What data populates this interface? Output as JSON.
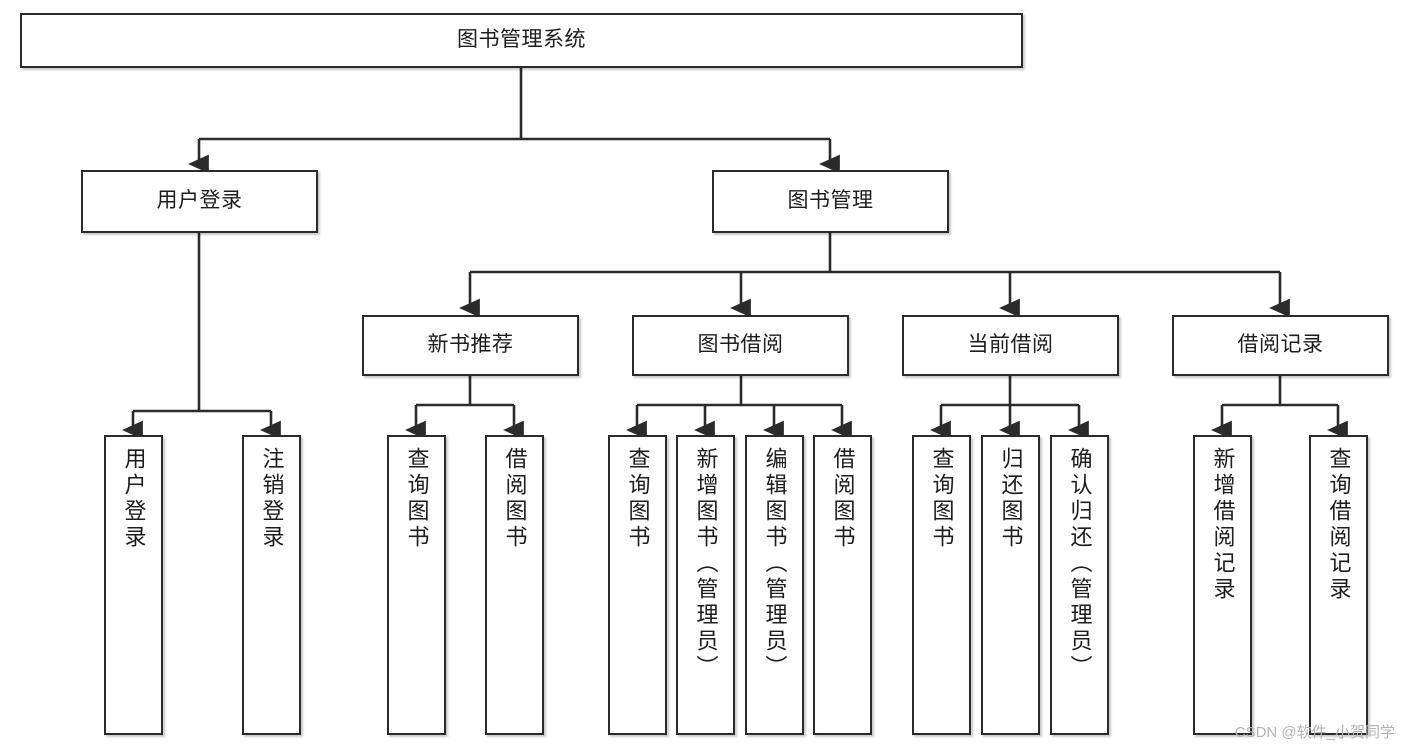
{
  "diagram": {
    "title": "图书管理系统",
    "type": "hierarchy-tree",
    "watermark": "CSDN @软件_小贺同学",
    "colors": {
      "background": "#ffffff",
      "box_border": "#2b2b2b",
      "box_fill": "#ffffff",
      "connector": "#2b2b2b",
      "text": "#1d1d1d",
      "watermark": "#b4b4b4"
    },
    "nodes": {
      "root": {
        "label": "图书管理系统"
      },
      "level2": [
        {
          "label": "用户登录"
        },
        {
          "label": "图书管理"
        }
      ],
      "level3": [
        {
          "label": "新书推荐"
        },
        {
          "label": "图书借阅"
        },
        {
          "label": "当前借阅"
        },
        {
          "label": "借阅记录"
        }
      ],
      "leaves": {
        "user_login": [
          {
            "label": "用户登录"
          },
          {
            "label": "注销登录"
          }
        ],
        "new_book": [
          {
            "label": "查询图书"
          },
          {
            "label": "借阅图书"
          }
        ],
        "book_borrow": [
          {
            "label": "查询图书"
          },
          {
            "label": "新增图书（管理员）"
          },
          {
            "label": "编辑图书（管理员）"
          },
          {
            "label": "借阅图书"
          }
        ],
        "current_borrow": [
          {
            "label": "查询图书"
          },
          {
            "label": "归还图书"
          },
          {
            "label": "确认归还（管理员）"
          }
        ],
        "borrow_record": [
          {
            "label": "新增借阅记录"
          },
          {
            "label": "查询借阅记录"
          }
        ]
      }
    }
  }
}
